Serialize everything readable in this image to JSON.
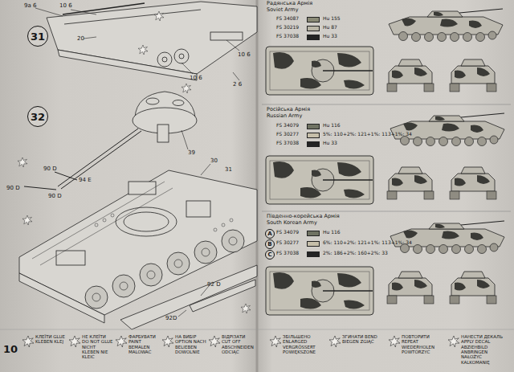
{
  "diagram": {
    "nodes": [
      {
        "text": [
          "31"
        ]
      },
      {
        "text": [
          "32"
        ]
      },
      {
        "text": [
          "A"
        ]
      },
      {
        "text": [
          "B"
        ]
      },
      {
        "text": [
          "C"
        ]
      }
    ],
    "labels": [
      "9a 6",
      "10 6",
      "20",
      "10 6",
      "10 6",
      "2 6",
      "39",
      "30",
      "31",
      "90 D",
      "94 E",
      "90 D",
      "90 D",
      "92 D",
      "92D",
      "10",
      "Радянська Армія",
      "Soviet Army",
      "Hu 155",
      "Hu 87",
      "Hu 33",
      "Російська Армія",
      "Russian Army",
      "Hu 116",
      "5%: 110+2%: 121+1%: 113+1%: 34",
      "Hu 33",
      "Південно-корейська Армія",
      "South Korean Army",
      "Hu 116",
      "6%: 110+2%: 121+1%: 113+1%: 34",
      "2%: 186+2%: 160+2%: 33",
      "КЛЕЇТИ GLUE KLEBEN KLEJ",
      "НЕ КЛЕЇТИ DO NOT GLUE NICHT KLEBEN NIE KLEIĆ",
      "ФАРБУВАТИ PAINT BEMALEN MALOWAĆ",
      "НА ВИБІР OPTION NACH BELIEBEN DOWOLNIE",
      "ВІДРІЗАТИ CUT OFF ABSCHNEIDEN ODCIĄĆ",
      "ЗБІЛЬШЕНО ENLARGED VERGRÖSSERT POWIĘKSZONE",
      "ЗГИНАТИ BEND BIEGEN ZGIĄĆ",
      "ПОВТОРИТИ REPEAT WIEDERHOLEN POWTÓRZYĆ",
      "НАНЕСТИ ДЕКАЛЬ APPLY DECAL ABZIEHBILD ANBRINGEN NAŁOŻYĆ KALKOMANIĘ"
    ],
    "legend": [
      {
        "text": "FS 34087",
        "color": "#8a8a76"
      },
      {
        "text": "FS 30219",
        "color": "#b9b5a6"
      },
      {
        "text": "FS 37038",
        "color": "#242424"
      },
      {
        "text": "FS 34079",
        "color": "#6f7262"
      },
      {
        "text": "FS 30277",
        "color": "#c6bfaa"
      },
      {
        "text": "FS 37038",
        "color": "#242424"
      },
      {
        "text": "FS 34079",
        "color": "#6f7262"
      },
      {
        "text": "FS 30277",
        "color": "#c6bfaa"
      },
      {
        "text": "FS 37038",
        "color": "#242424"
      }
    ]
  }
}
